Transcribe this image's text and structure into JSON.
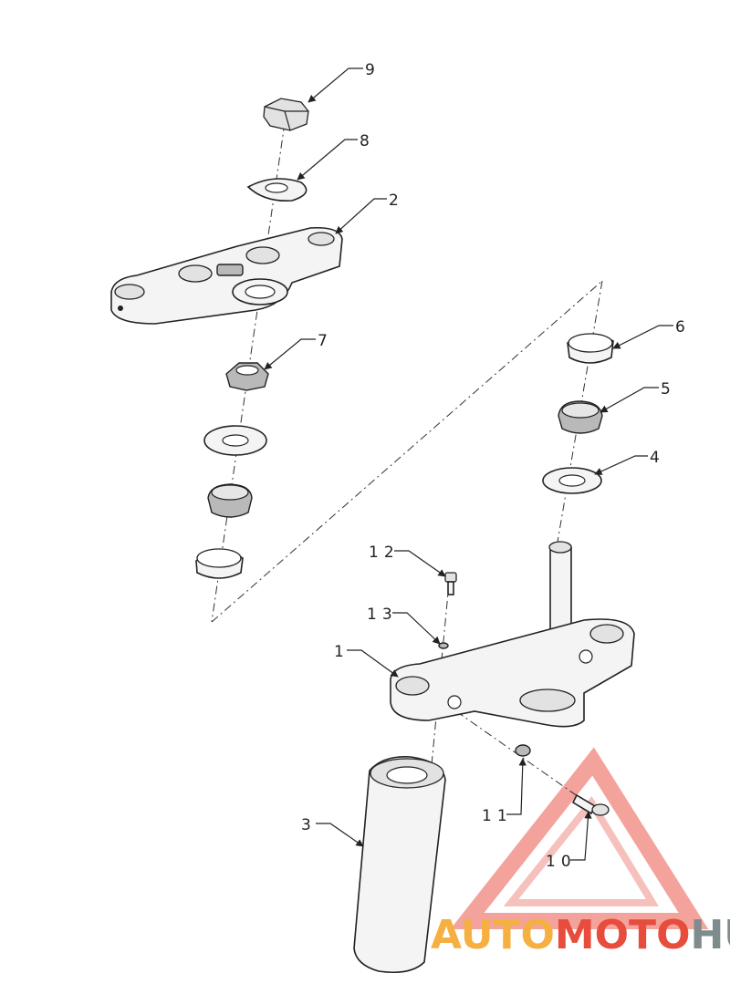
{
  "callouts": {
    "c1": "1",
    "c2": "2",
    "c3": "3",
    "c4": "4",
    "c5": "5",
    "c6": "6",
    "c7": "7",
    "c8": "8",
    "c9": "9",
    "c10": "10",
    "c11": "11",
    "c12": "12",
    "c13": "13"
  },
  "watermark": {
    "part1": "AUTO",
    "part2": "MOTO",
    "part3": "HUB",
    "color_auto": "#f5b041",
    "color_moto": "#e74c3c",
    "color_hub": "#7f8c8d"
  }
}
